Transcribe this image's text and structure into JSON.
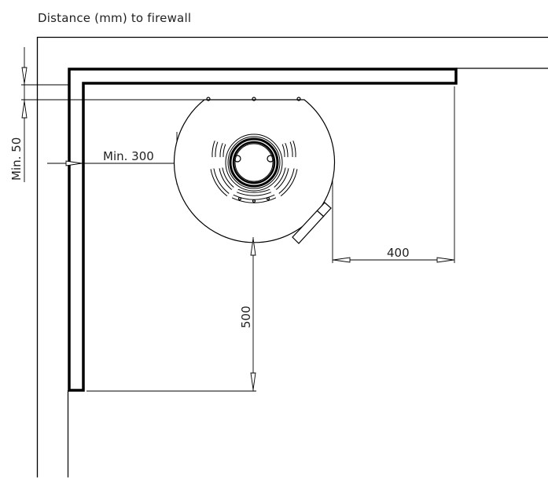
{
  "title": "Distance (mm) to firewall",
  "dimensions": {
    "top_clearance": "Min. 50",
    "side_clearance": "Min. 300",
    "front_clearance": "500",
    "right_clearance": "400"
  },
  "colors": {
    "line": "#000000",
    "text": "#222222",
    "background": "#ffffff"
  }
}
